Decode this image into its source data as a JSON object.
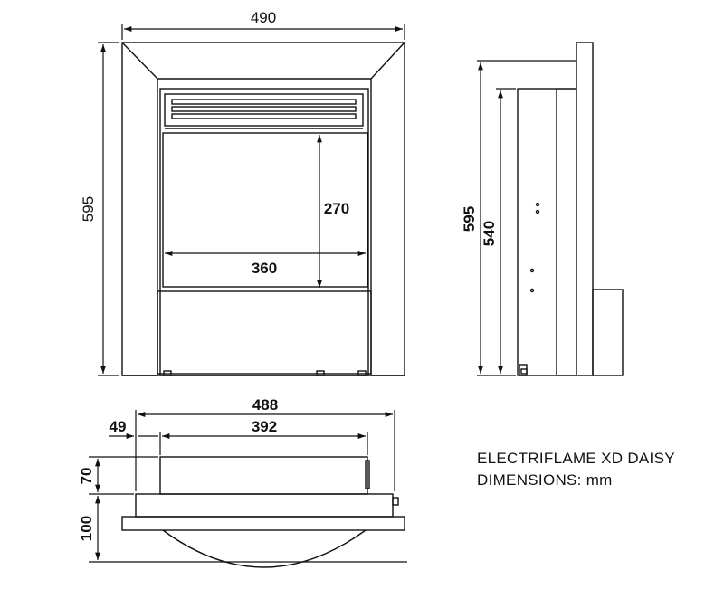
{
  "front_view": {
    "width_label": "490",
    "height_label": "595",
    "opening_width_label": "360",
    "opening_height_label": "270"
  },
  "side_view": {
    "height_label": "595",
    "body_height_label": "540"
  },
  "plan_view": {
    "total_width_label": "488",
    "inset_label": "49",
    "body_width_label": "392",
    "body_depth_label": "70",
    "front_depth_label": "100"
  },
  "caption": {
    "model": "ELECTRIFLAME XD DAISY",
    "units": "DIMENSIONS: mm"
  }
}
